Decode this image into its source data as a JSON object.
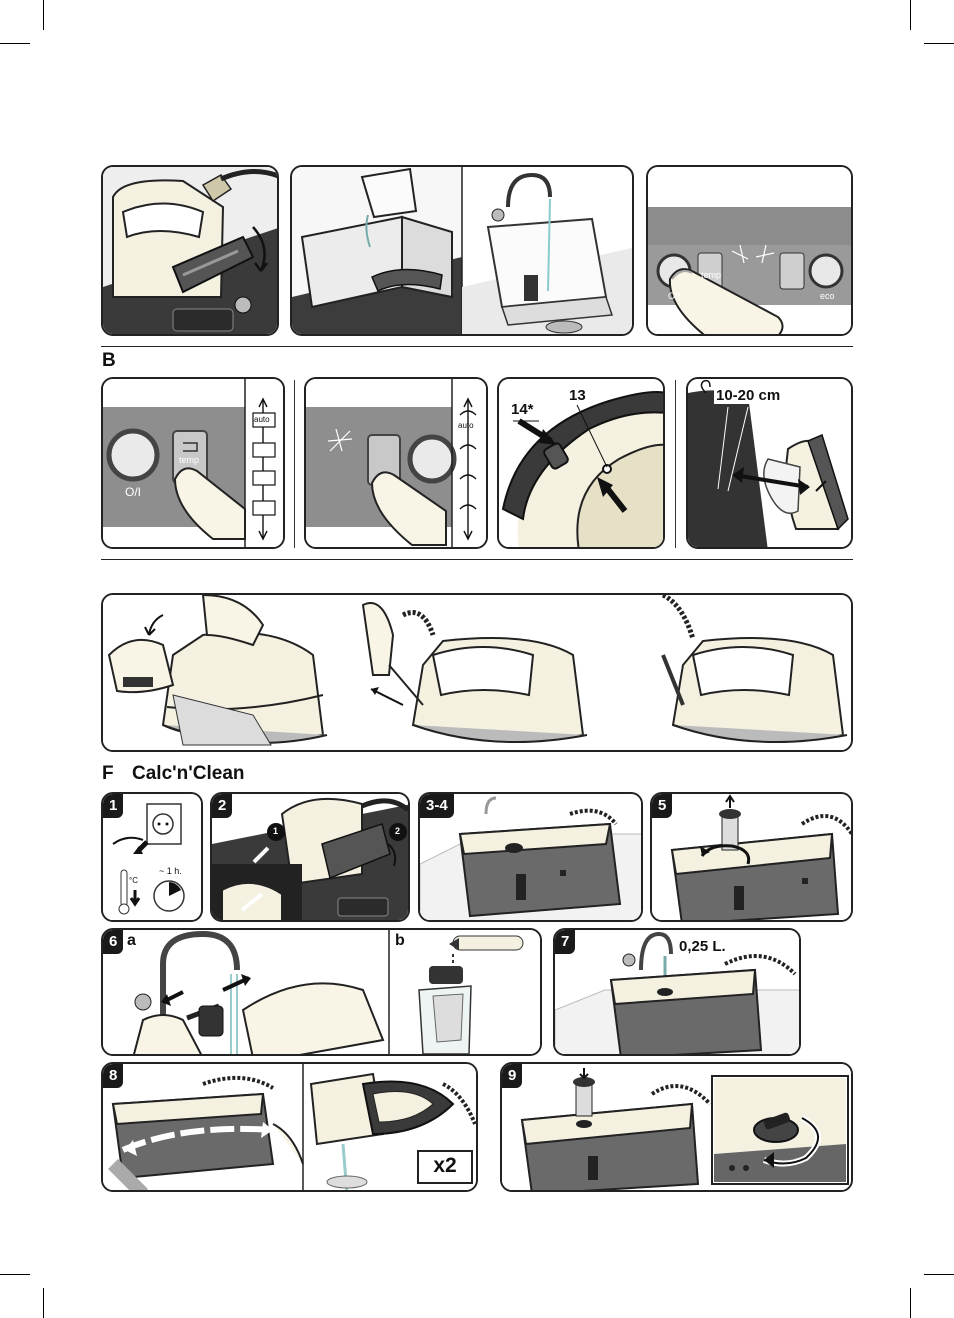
{
  "sections": {
    "b_letter": "B",
    "f_letter": "F",
    "f_title": "Calc'n'Clean"
  },
  "panel_a3": {
    "onoff_label": "O/I",
    "temp_label": "temp",
    "eco_label": "eco"
  },
  "panel_b1": {
    "onoff_label": "O/I",
    "temp_label": "temp",
    "auto_label": "auto"
  },
  "panel_b2": {
    "auto_label": "auto"
  },
  "panel_b3": {
    "callout_14": "14*",
    "callout_13": "13"
  },
  "panel_b4": {
    "distance": "10-20 cm"
  },
  "calc_steps": {
    "s1": "1",
    "s2": "2",
    "s34": "3-4",
    "s5": "5",
    "s6": "6",
    "s7": "7",
    "s8": "8",
    "s9": "9"
  },
  "step1": {
    "temp_unit": "°C",
    "time": "~ 1 h."
  },
  "step2": {
    "marker1": "1",
    "marker2": "2"
  },
  "step6": {
    "sub_a": "a",
    "sub_b": "b"
  },
  "step7": {
    "volume": "0,25 L."
  },
  "step8": {
    "repeat": "x2"
  },
  "icons": [
    "iron-icon",
    "water-tank-icon",
    "faucet-icon",
    "finger-press-icon",
    "power-button-icon",
    "arrow-icon",
    "plug-icon",
    "thermometer-icon",
    "clock-icon",
    "bottle-icon",
    "rotate-arrow-icon"
  ],
  "colors": {
    "ink": "#1a1a1a",
    "cream": "#f6f3e2",
    "panel_gray": "#8e8e8e",
    "dark_gray": "#444444",
    "light_gray": "#d6d6d6"
  }
}
